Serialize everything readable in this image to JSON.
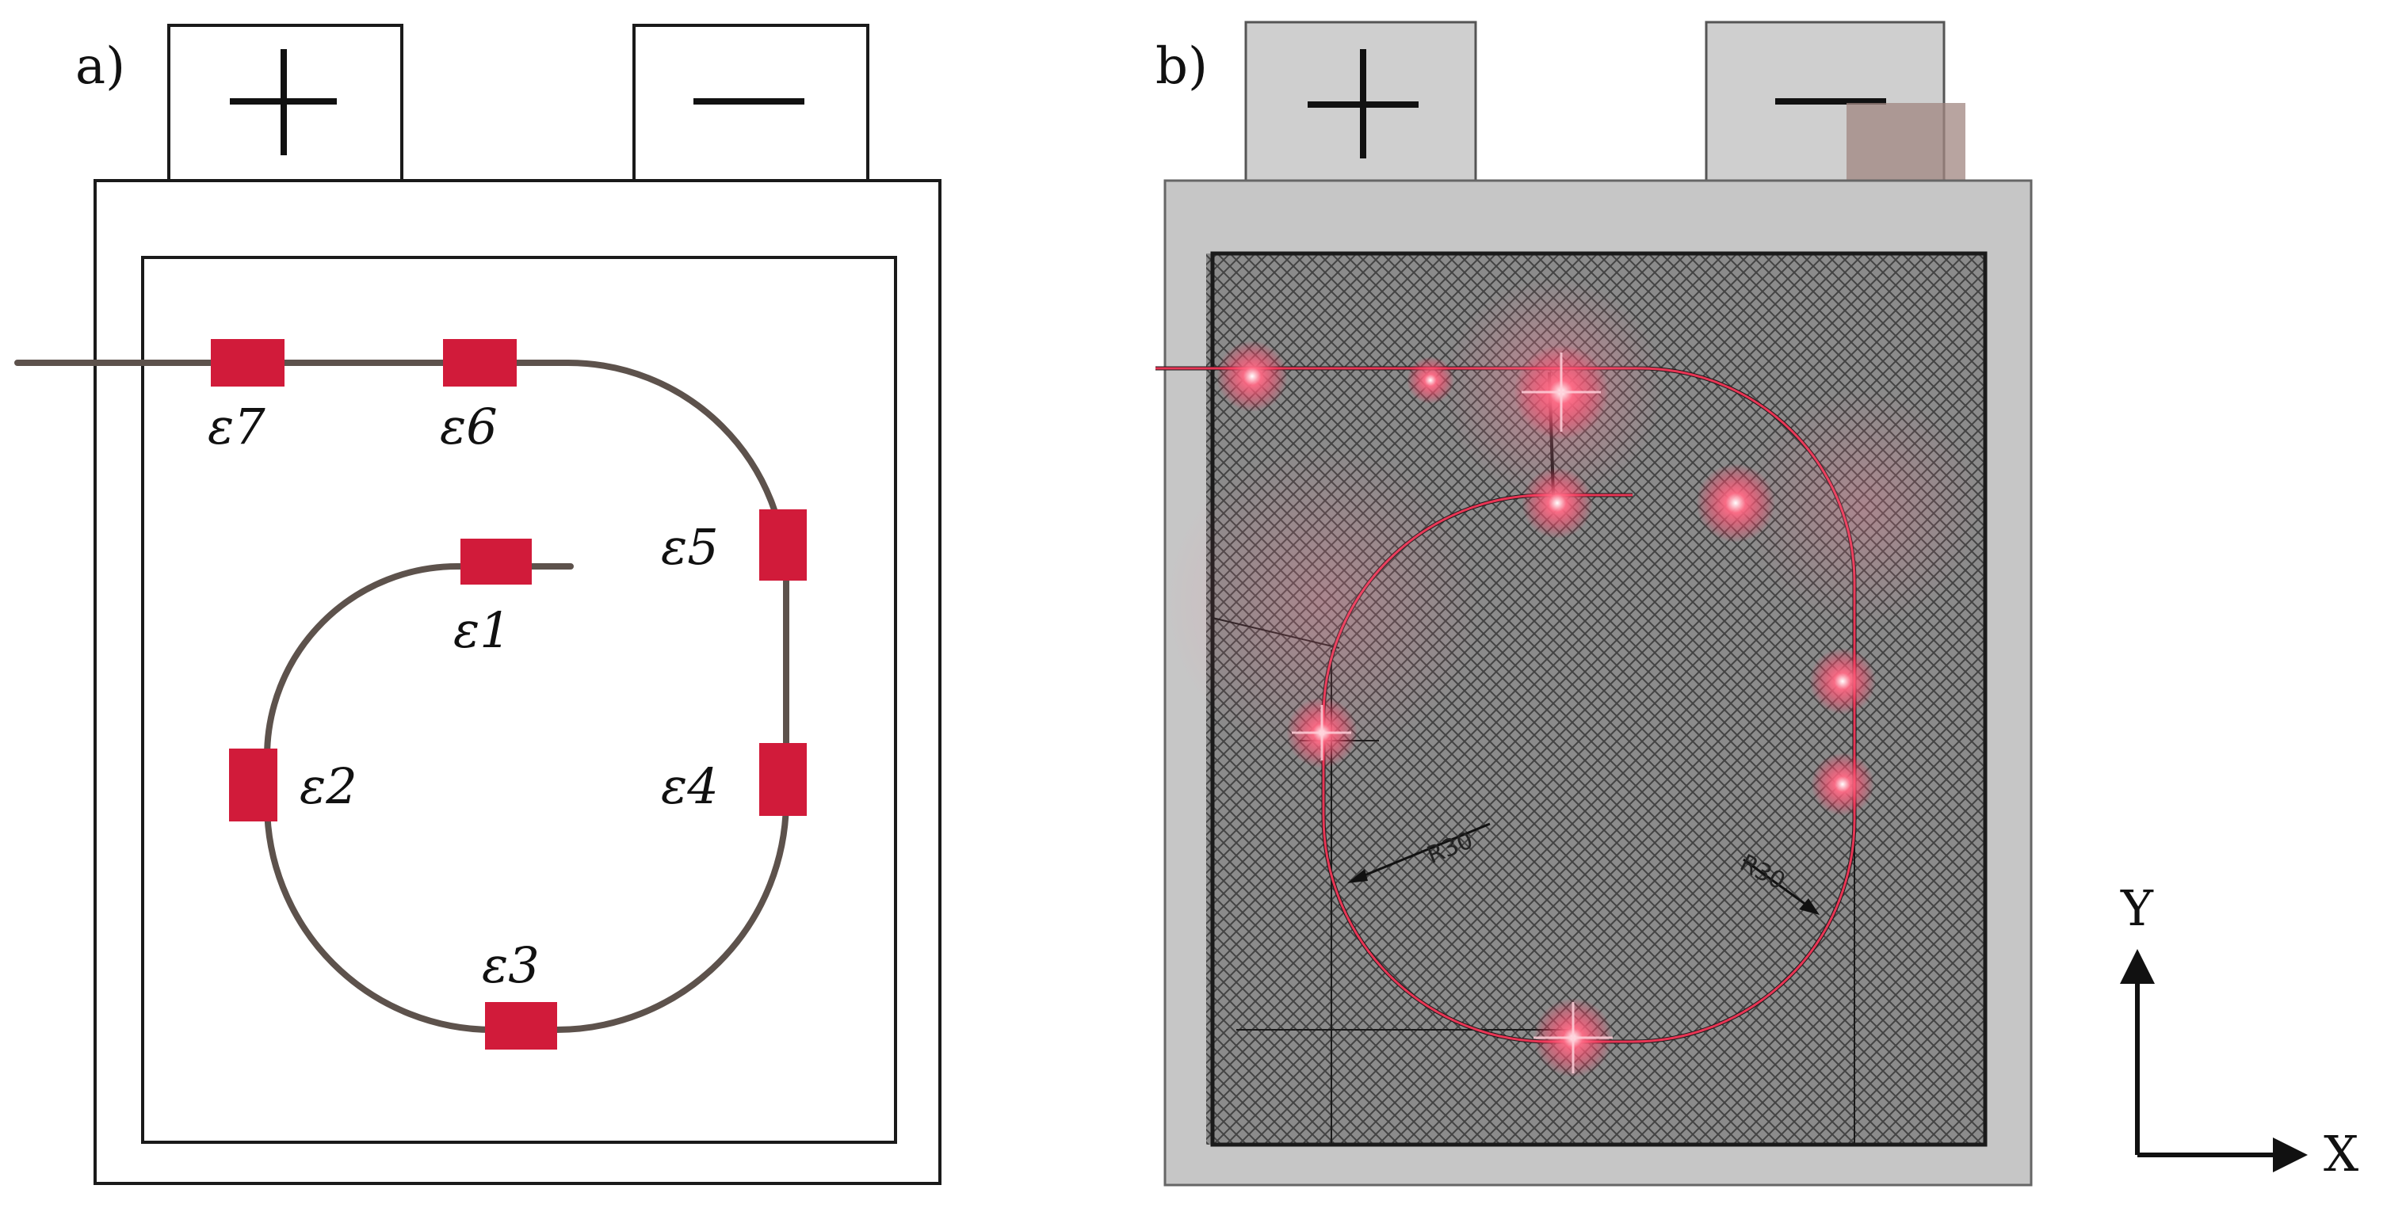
{
  "panels": {
    "a_label": "a)",
    "b_label": "b)"
  },
  "terminals": {
    "positive": "+",
    "negative": "—"
  },
  "sensors": {
    "e1": "ε1",
    "e2": "ε2",
    "e3": "ε3",
    "e4": "ε4",
    "e5": "ε5",
    "e6": "ε6",
    "e7": "ε7"
  },
  "photo": {
    "radius_label_left": "R30",
    "radius_label_right": "R30"
  },
  "axes": {
    "x_label": "X",
    "y_label": "Y"
  },
  "colors": {
    "sensor": "#d11b3a",
    "fiber": "#5d524c",
    "outline": "#1a1a1a",
    "photo_bg": "#c9c9c9",
    "laser": "#ff3a5c"
  }
}
